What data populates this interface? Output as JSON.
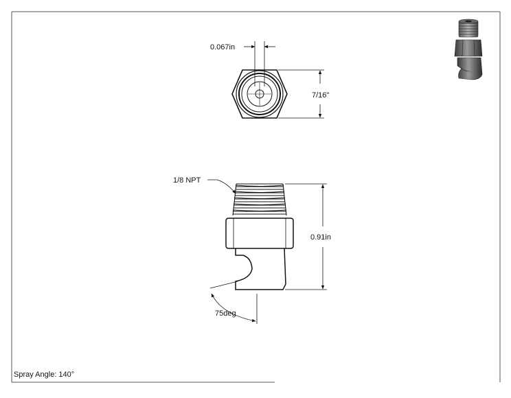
{
  "drawing": {
    "dimensions": {
      "orifice": "0.067in",
      "hex_across_flats": "7/16\"",
      "thread": "1/8 NPT",
      "overall_length": "0.91in",
      "deflector_angle": "75deg"
    },
    "spray_angle": "Spray Angle: 140°"
  }
}
